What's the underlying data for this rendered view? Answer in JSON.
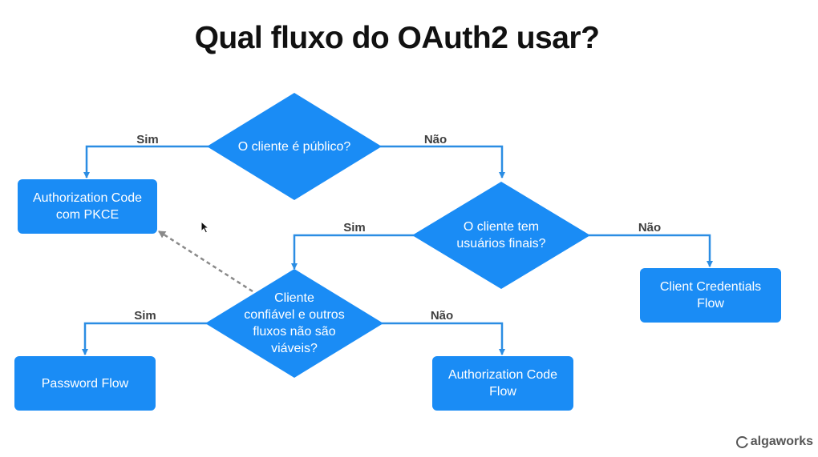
{
  "title": "Qual fluxo do OAuth2 usar?",
  "colors": {
    "node_fill": "#1a8cf5",
    "connector": "#2b8de3",
    "dashed_connector": "#8a8a8a",
    "edge_label": "#3f3f3f"
  },
  "nodes": {
    "q_public": "O cliente é público?",
    "q_end_users": "O cliente tem\nusuários finais?",
    "q_trusted": "Cliente\nconfiável e outros\nfluxos não são\nviáveis?",
    "r_auth_code_pkce": "Authorization Code\ncom PKCE",
    "r_client_credentials": "Client Credentials\nFlow",
    "r_password": "Password Flow",
    "r_auth_code": "Authorization Code\nFlow"
  },
  "edges": {
    "public_yes": "Sim",
    "public_no": "Não",
    "end_users_yes": "Sim",
    "end_users_no": "Não",
    "trusted_yes": "Sim",
    "trusted_no": "Não"
  },
  "brand": {
    "name": "algaworks",
    "icon": "algaworks-logo-icon"
  }
}
